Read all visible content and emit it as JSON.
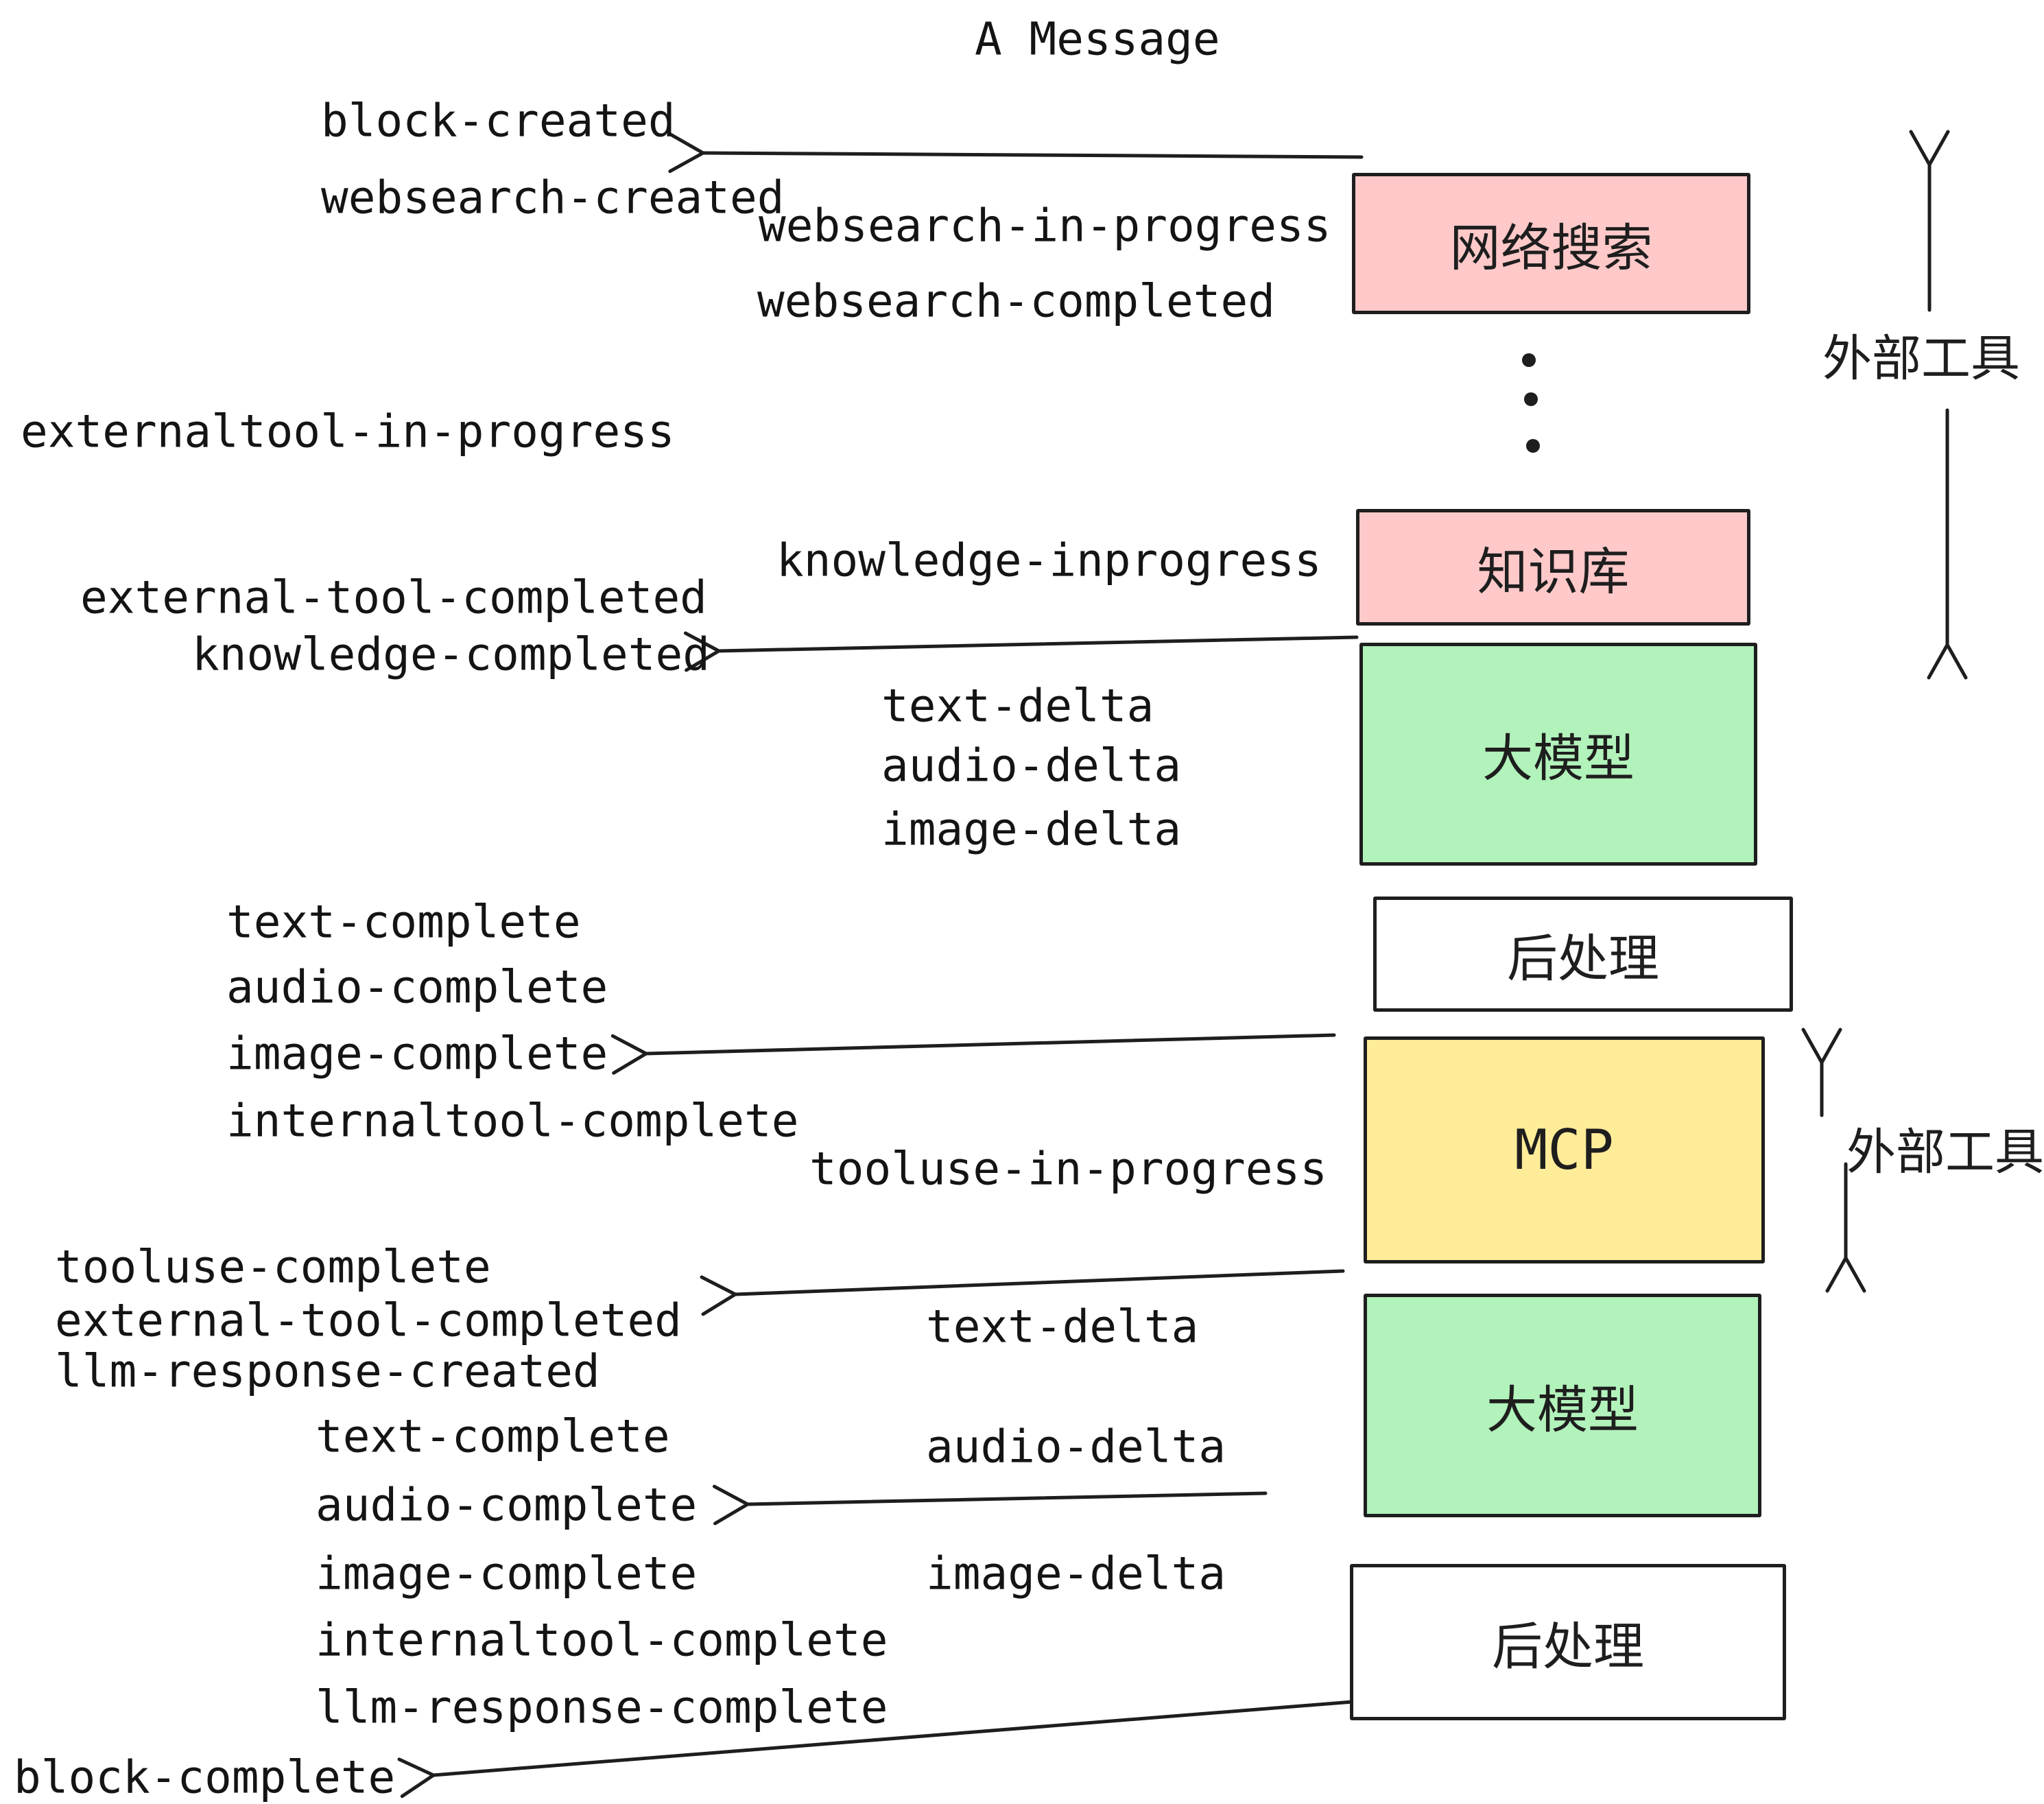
{
  "title": "A Message",
  "boxes": {
    "websearch": "网络搜索",
    "knowledge": "知识库",
    "llm1": "大模型",
    "post1": "后处理",
    "mcp": "MCP",
    "llm2": "大模型",
    "post2": "后处理"
  },
  "side_labels": {
    "external_tools_top": "外部工具",
    "external_tools_mcp": "外部工具"
  },
  "events": {
    "block_created": "block-created",
    "websearch_created": "websearch-created",
    "websearch_in_progress": "websearch-in-progress",
    "websearch_completed": "websearch-completed",
    "externaltool_in_progress": "externaltool-in-progress",
    "knowledge_inprogress": "knowledge-inprogress",
    "external_tool_completed_1": "external-tool-completed",
    "knowledge_completed": "knowledge-completed",
    "text_delta_1": "text-delta",
    "audio_delta_1": "audio-delta",
    "image_delta_1": "image-delta",
    "text_complete_1": "text-complete",
    "audio_complete_1": "audio-complete",
    "image_complete_1": "image-complete",
    "internaltool_complete_1": "internaltool-complete",
    "tooluse_in_progress": "tooluse-in-progress",
    "tooluse_complete": "tooluse-complete",
    "external_tool_completed_2": "external-tool-completed",
    "llm_response_created": "llm-response-created",
    "text_delta_2": "text-delta",
    "audio_delta_2": "audio-delta",
    "image_delta_2": "image-delta",
    "text_complete_2": "text-complete",
    "audio_complete_2": "audio-complete",
    "image_complete_2": "image-complete",
    "internaltool_complete_2": "internaltool-complete",
    "llm_response_complete": "llm-response-complete",
    "block_complete": "block-complete"
  },
  "colors": {
    "box_red": "#ffc9c9",
    "box_green": "#b2f2bb",
    "box_yellow": "#ffec99",
    "stroke": "#1e1e1e"
  }
}
